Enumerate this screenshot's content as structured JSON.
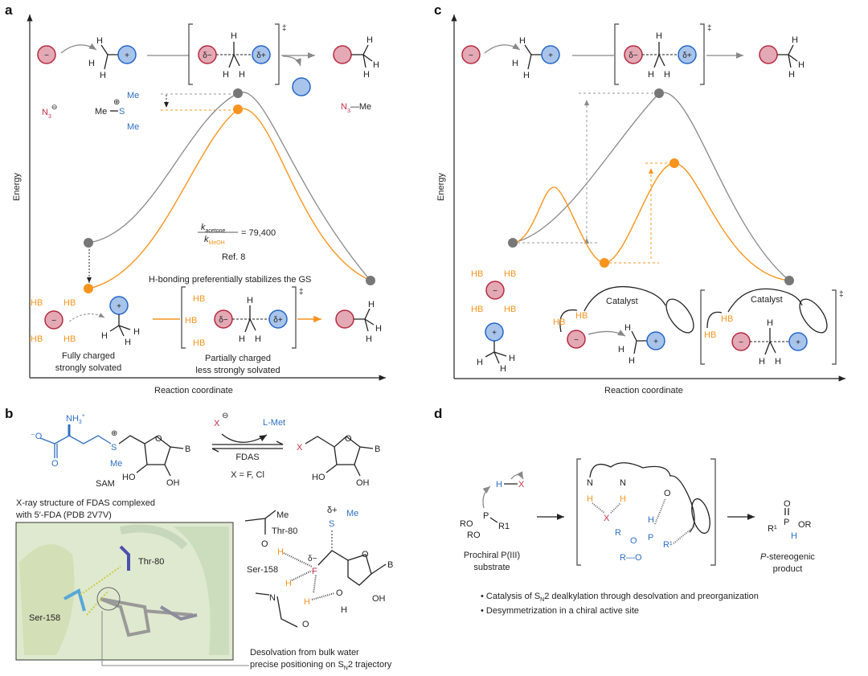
{
  "panels": {
    "a": {
      "label": "a",
      "y_axis": "Energy",
      "x_axis": "Reaction coordinate",
      "minus": "−",
      "plus": "+",
      "delta_minus": "δ−",
      "delta_plus": "δ+",
      "ts_mark": "‡",
      "H": "H",
      "nucleophile": "N",
      "nucleophile_sub": "3",
      "nucleophile_charge": "⊖",
      "electrophile_me1": "Me",
      "electrophile_s": "S",
      "electrophile_charge": "⊕",
      "electrophile_me2": "Me",
      "electrophile_me3": "Me",
      "product_n": "N",
      "product_sub": "3",
      "product_me": "—Me",
      "ratio_num": "k",
      "ratio_num_sub": "acetone",
      "ratio_den": "k",
      "ratio_den_sub": "MeOH",
      "ratio_value": "= 79,400",
      "reference": "Ref. 8",
      "hbond_caption": "H-bonding preferentially stabilizes the GS",
      "hb": "HB",
      "gs_caption": [
        "Fully charged",
        "strongly solvated"
      ],
      "ts_caption": [
        "Partially charged",
        "less strongly solvated"
      ]
    },
    "b": {
      "label": "b",
      "nh3": "NH",
      "nh3_sub": "3",
      "nh3_charge": "+",
      "carboxylate": "⁻O",
      "carbonyl_o": "O",
      "s": "S",
      "s_charge": "⊕",
      "me": "Me",
      "ring_o": "O",
      "base": "B",
      "ho": "HO",
      "oh": "OH",
      "sam": "SAM",
      "x_ion": "X",
      "x_charge": "⊖",
      "l_met": "L-Met",
      "enzyme": "FDAS",
      "x_def": "X = F, Cl",
      "product_x": "X",
      "xray_caption": [
        "X-ray structure of FDAS complexed",
        "with 5′-FDA (PDB 2V7V)"
      ],
      "thr": "Thr-80",
      "ser": "Ser-158",
      "scheme": {
        "me1": "Me",
        "thr": "Thr-80",
        "o": "O",
        "h": "H",
        "delta_plus": "δ+",
        "me2": "Me",
        "s": "S",
        "delta_minus": "δ−",
        "f": "F",
        "ser": "Ser-158",
        "n": "N",
        "ring_o": "O",
        "base": "B",
        "oh": "OH"
      },
      "desolvation": [
        "Desolvation from bulk water",
        "precise positioning on S",
        "N",
        "2 trajectory"
      ]
    },
    "c": {
      "label": "c",
      "y_axis": "Energy",
      "x_axis": "Reaction coordinate",
      "catalyst": "Catalyst",
      "hb": "HB"
    },
    "d": {
      "label": "d",
      "hx_h": "H",
      "hx_x": "X",
      "ro": "RO",
      "p": "P",
      "r1": "R1",
      "substrate_caption": [
        "Prochiral P(III)",
        "substrate"
      ],
      "ts": {
        "n": "N",
        "h": "H",
        "x": "X",
        "o": "O",
        "r": "R",
        "p": "P",
        "r1": "R¹",
        "ro": "R—O"
      },
      "product": {
        "o": "O",
        "p": "P",
        "r1": "R¹",
        "or": "OR",
        "h": "H"
      },
      "product_caption_italic": "P",
      "product_caption": [
        "-stereogenic",
        "product"
      ],
      "bullets": [
        {
          "pre": "Catalysis of S",
          "sub": "N",
          "post": "2 dealkylation through desolvation and preorganization"
        },
        {
          "pre": "Desymmetrization in a chiral active site",
          "sub": "",
          "post": ""
        }
      ]
    }
  },
  "colors": {
    "anion": "#c0304a",
    "cation": "#2366c7",
    "solvated": "#f7941d",
    "gas_phase": "#888888"
  }
}
